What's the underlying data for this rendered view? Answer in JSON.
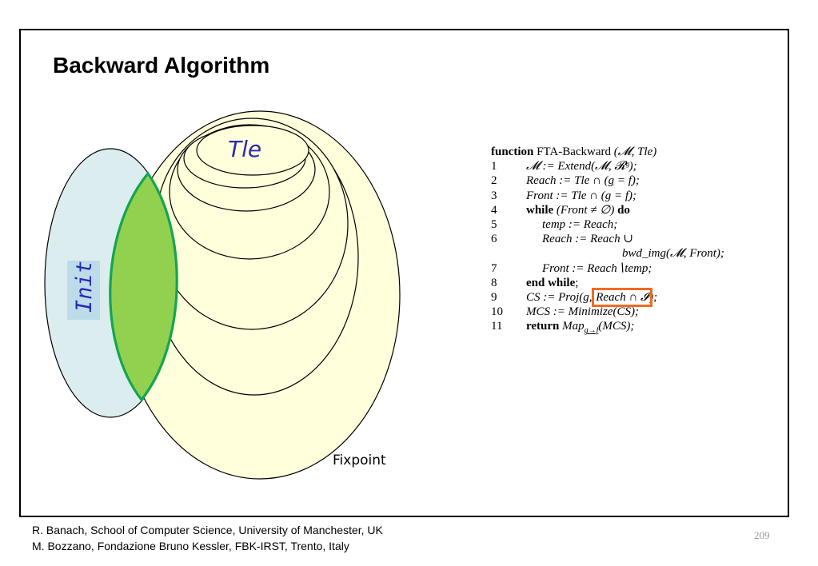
{
  "slide": {
    "title": "Backward Algorithm",
    "page_number": "209"
  },
  "diagram": {
    "tle_label": "Tle",
    "init_label": "Init",
    "fixpoint_label": "Fixpoint",
    "colors": {
      "init_fill": "#dcedf0",
      "reach_fill": "#ffffdc",
      "intersection_fill": "#92d050",
      "intersection_stroke": "#12a650",
      "label_color": "#2a2ab0",
      "init_label_bg": "#bddcea"
    }
  },
  "algorithm": {
    "header": {
      "keyword": "function",
      "name": "FTA-Backward",
      "args": "(𝓜, Tle)"
    },
    "lines": [
      {
        "num": "1",
        "text": "𝓜 := Extend(𝓜, 𝓡ᵍ);"
      },
      {
        "num": "2",
        "pre": "Reach := Tle ∩ (",
        "u1": "g",
        "mid": " = ",
        "u2": "f",
        "post": ");"
      },
      {
        "num": "3",
        "pre": "Front := Tle ∩ (",
        "u1": "g",
        "mid": " = ",
        "u2": "f",
        "post": ");"
      },
      {
        "num": "4",
        "kw": "while",
        "cond": " (Front ≠ ∅) ",
        "kw2": "do"
      },
      {
        "num": "5",
        "text": "temp := Reach;"
      },
      {
        "num": "6",
        "text": "Reach := Reach ∪",
        "cont": "bwd_img(𝓜, Front);"
      },
      {
        "num": "7",
        "text": "Front := Reach∖temp;"
      },
      {
        "num": "8",
        "kw": "end while",
        "post": ";"
      },
      {
        "num": "9",
        "pre": "CS := Proj(g, ",
        "hl": "Reach ∩ 𝓘",
        "post": ");"
      },
      {
        "num": "10",
        "text": "MCS := Minimize(CS);"
      },
      {
        "num": "11",
        "kw": "return",
        "sp": " ",
        "map": "Map",
        "sub": "g→f",
        "post": "(MCS);"
      }
    ],
    "highlight_color": "#ee6c22"
  },
  "footer": {
    "line1": "R. Banach, School of  Computer Science, University of Manchester, UK",
    "line2": "M. Bozzano, Fondazione Bruno Kessler, FBK-IRST, Trento, Italy"
  }
}
